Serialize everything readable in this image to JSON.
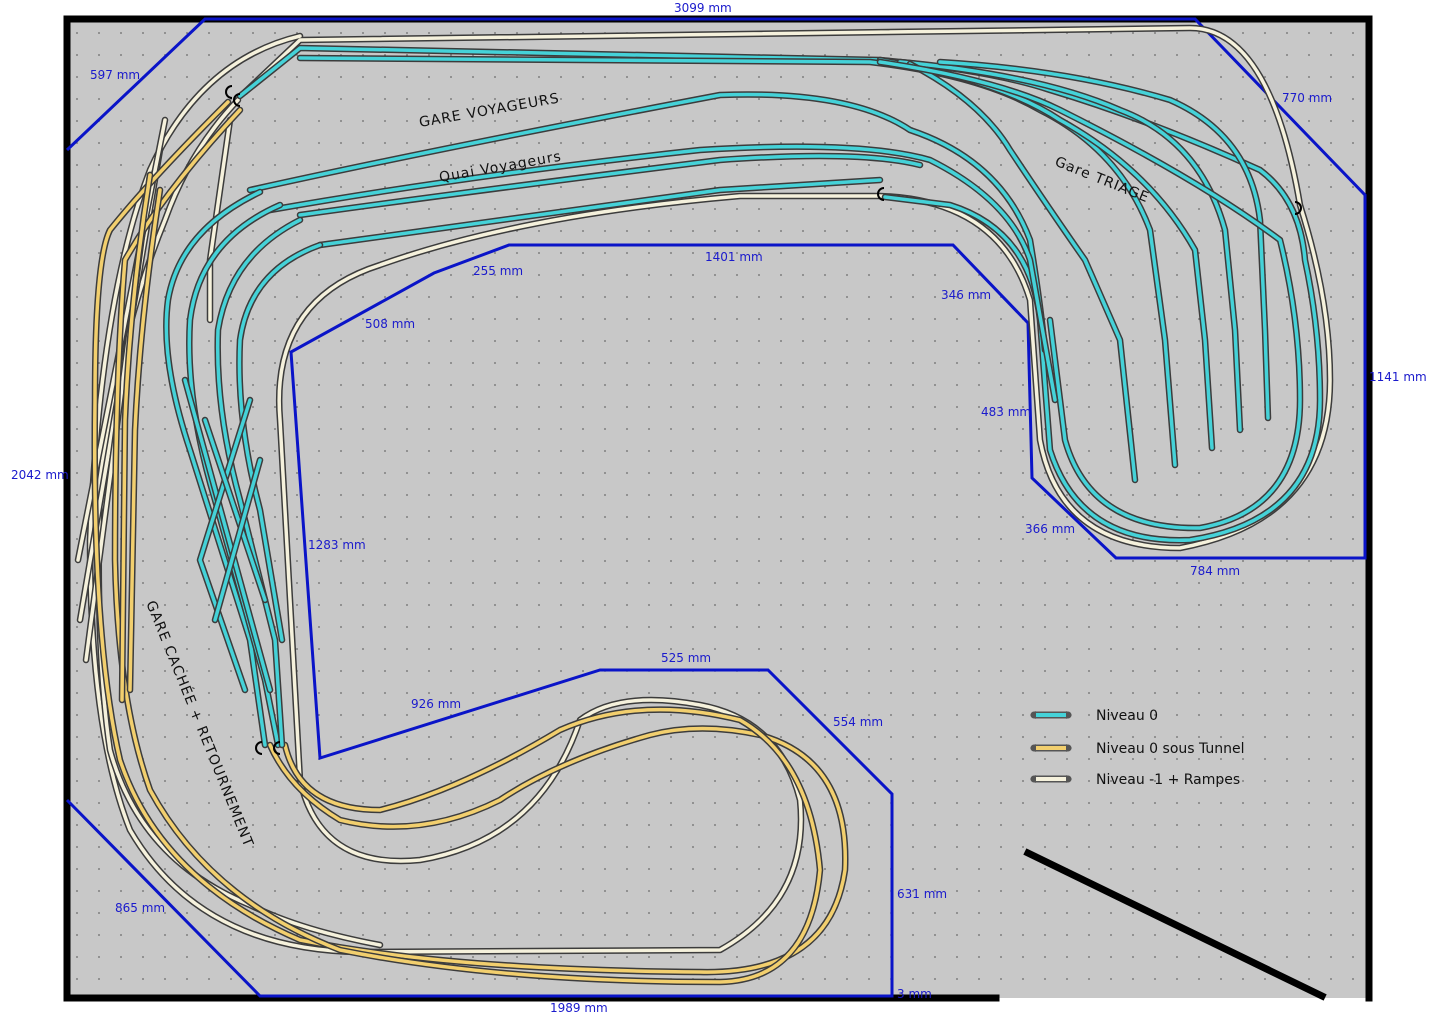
{
  "dimensions": {
    "top_width": "3099 mm",
    "left_height": "2042 mm",
    "right_height": "1141 mm",
    "bottom_width": "1989 mm",
    "corner_top_left": "597 mm",
    "corner_top_right": "770 mm",
    "corner_bottom_left": "865 mm",
    "bottom_tiny": "3 mm",
    "inner_top": "1401 mm",
    "inner_top_left_short": "255 mm",
    "inner_diag_left": "508 mm",
    "inner_right_diag": "346 mm",
    "inner_right_vert": "483 mm",
    "inner_right_lower_diag": "366 mm",
    "inner_right_bottom": "784 mm",
    "inner_left_vert": "1283 mm",
    "inner_bottom_diag": "926 mm",
    "inner_bottom_top": "525 mm",
    "inner_bottom_right_diag": "554 mm",
    "inner_bottom_right_vert": "631 mm"
  },
  "stations": {
    "passenger": "GARE VOYAGEURS",
    "platform": "Quai Voyageurs",
    "yard": "Gare TRIAGE",
    "hidden": "GARE CACHÉE + RETOURNEMENT"
  },
  "legend": [
    {
      "label": "Niveau 0",
      "color": "#45d2d8"
    },
    {
      "label": "Niveau 0 sous Tunnel",
      "color": "#f2cf6e"
    },
    {
      "label": "Niveau -1 + Rampes",
      "color": "#f5f1dc"
    }
  ],
  "colors": {
    "background": "#c8c8c8",
    "edge": "#0a14c8",
    "dimension_text": "#1a1acc",
    "wall": "#000000"
  }
}
